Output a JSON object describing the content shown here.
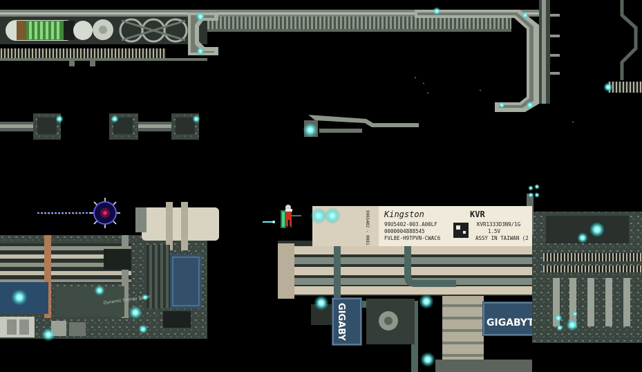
{
  "game": {
    "title": "",
    "hud": []
  },
  "ram_stick": {
    "brand": "Kingston",
    "model": "KVR",
    "part_number": "99U5402-003.A00LF",
    "serial": "0000004888545",
    "revision": "FVL8E-H9TPVN-CWAC6",
    "spec": "KVR1333D3N9/1G",
    "voltage": "1.5V",
    "assembly": "ASSY IN TAIWAN (2",
    "edge_code": "9965402 - 0081"
  },
  "labels": {
    "gigabyte_main": "GIGABYTE",
    "gigabyte_vertical": "GIGABY",
    "energy_saver": "Dynamic Energy Saver"
  },
  "icons": {
    "player": "knight-player-icon",
    "enemy": "spiked-mine-enemy-icon",
    "coil": "inductor-coil-icon"
  },
  "colors": {
    "background": "#000000",
    "glow": "#5ff3f0",
    "pcb_green": "#3e4a40",
    "metal_grey": "#9ea59a",
    "ram_label": "#e8e2d2",
    "slot_beige": "#d6cbb7",
    "heatsink_blue": "#33506a",
    "player_red": "#c9311d"
  }
}
